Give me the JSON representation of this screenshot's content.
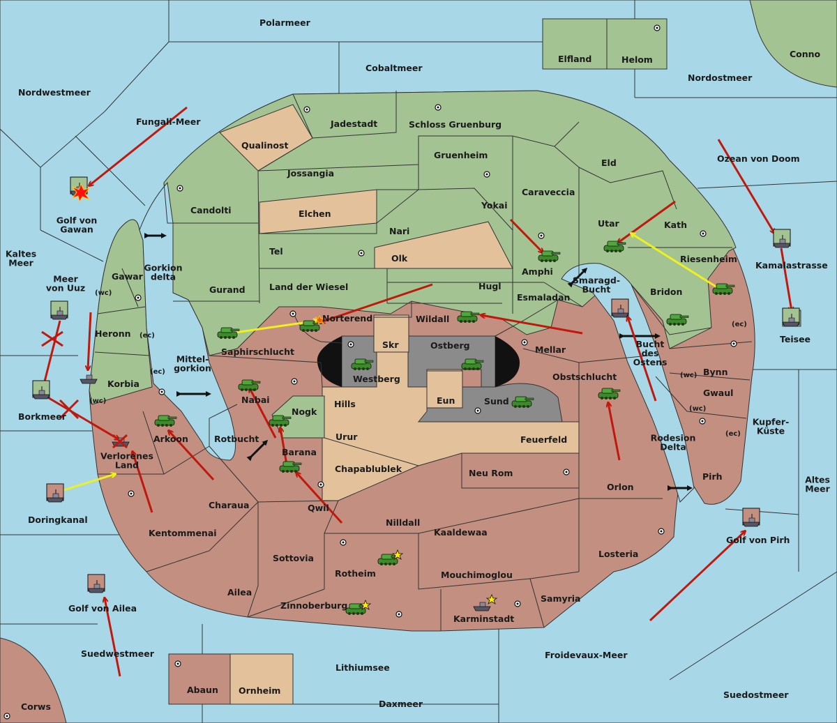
{
  "regions": {
    "polarmeer": "Polarmeer",
    "cobaltmeer": "Cobaltmeer",
    "nordwestmeer": "Nordwestmeer",
    "nordostmeer": "Nordostmeer",
    "conno": "Conno",
    "elfland": "Elfland",
    "helom": "Helom",
    "fungali_meer": "Fungali-Meer",
    "golf_von_gawan": "Golf von\nGawan",
    "kaltes_meer": "Kaltes\nMeer",
    "meer_von_uuz": "Meer\nvon Uuz",
    "borkmeer": "Borkmeer",
    "doringkanal": "Doringkanal",
    "golf_von_ailea": "Golf von Ailea",
    "suedwestmeer": "Suedwestmeer",
    "corws": "Corws",
    "daxmeer": "Daxmeer",
    "lithiumsee": "Lithiumsee",
    "froidevaux_meer": "Froidevaux-Meer",
    "suedostmeer": "Suedostmeer",
    "golf_von_pirh": "Golf von Pirh",
    "altes_meer": "Altes\nMeer",
    "kupfer_kueste": "Kupfer-\nKüste",
    "teisee": "Teisee",
    "kamalastrasse": "Kamalastrasse",
    "ozean_von_doom": "Ozean von Doom",
    "abaun": "Abaun",
    "ornheim": "Ornheim",
    "jadestadt": "Jadestadt",
    "schloss_gruenburg": "Schloss Gruenburg",
    "qualinost": "Qualinost",
    "jossangia": "Jossangia",
    "gruenheim": "Gruenheim",
    "eld": "Eld",
    "caraveccia": "Caraveccia",
    "candolti": "Candolti",
    "elchen": "Elchen",
    "yokai": "Yokai",
    "nari": "Nari",
    "utar": "Utar",
    "kath": "Kath",
    "tel": "Tel",
    "olk": "Olk",
    "amphi": "Amphi",
    "riesenheim": "Riesenheim",
    "gawar": "Gawar",
    "gorkion_delta": "Gorkion\ndelta",
    "gurand": "Gurand",
    "land_der_wiesel": "Land der Wiesel",
    "hugl": "Hugl",
    "smaragd_bucht": "Smaragd-\nBucht",
    "bridon": "Bridon",
    "esmaladan": "Esmaladan",
    "heronn": "Heronn",
    "ec": "(ec)",
    "wc": "(wc)",
    "norterend": "Norterend",
    "wildall": "Wildall",
    "saphirschlucht": "Saphirschlucht",
    "skr": "Skr",
    "ostberg": "Ostberg",
    "mellar": "Mellar",
    "bucht_des_ostens": "Bucht\ndes\nOstens",
    "bynn": "Bynn",
    "korbia": "Korbia",
    "mittel_gorkion": "Mittel-\ngorkion",
    "westberg": "Westberg",
    "obstschlucht": "Obstschlucht",
    "gwaul": "Gwaul",
    "nabai": "Nabai",
    "hills": "Hills",
    "eun": "Eun",
    "sund": "Sund",
    "nogk": "Nogk",
    "arkoon": "Arkoon",
    "rotbucht": "Rotbucht",
    "urur": "Urur",
    "feuerfeld": "Feuerfeld",
    "rodesion_delta": "Rodesion\nDelta",
    "verlorenes_land": "Verlorenes\nLand",
    "barana": "Barana",
    "chapablublek": "Chapablublek",
    "neu_rom": "Neu Rom",
    "pirh": "Pirh",
    "orlon": "Orlon",
    "charaua": "Charaua",
    "qwil": "Qwil",
    "nilldall": "Nilldall",
    "kentommenai": "Kentommenai",
    "kaaldewaa": "Kaaldewaa",
    "losteria": "Losteria",
    "sottovia": "Sottovia",
    "rotheim": "Rotheim",
    "mouchimoglou": "Mouchimoglou",
    "ailea": "Ailea",
    "samyria": "Samyria",
    "zinnoberburg": "Zinnoberburg",
    "karminstadt": "Karminstadt"
  },
  "colors": {
    "sea": "#a8d8e8",
    "green_power": "#a3c393",
    "red_power": "#c28f80",
    "neutral": "#e3c29b",
    "impassable": "#8b8b8b",
    "support_arrow": "#f0f020",
    "move_arrow": "#c0180c",
    "convoy_arrow": "#111111"
  },
  "icons": {
    "army": "tank-icon",
    "fleet": "ship-icon",
    "supply_center": "supply-center-icon",
    "dislodged": "explosion-icon",
    "build_star": "star-icon",
    "cut_order": "cross-icon"
  }
}
